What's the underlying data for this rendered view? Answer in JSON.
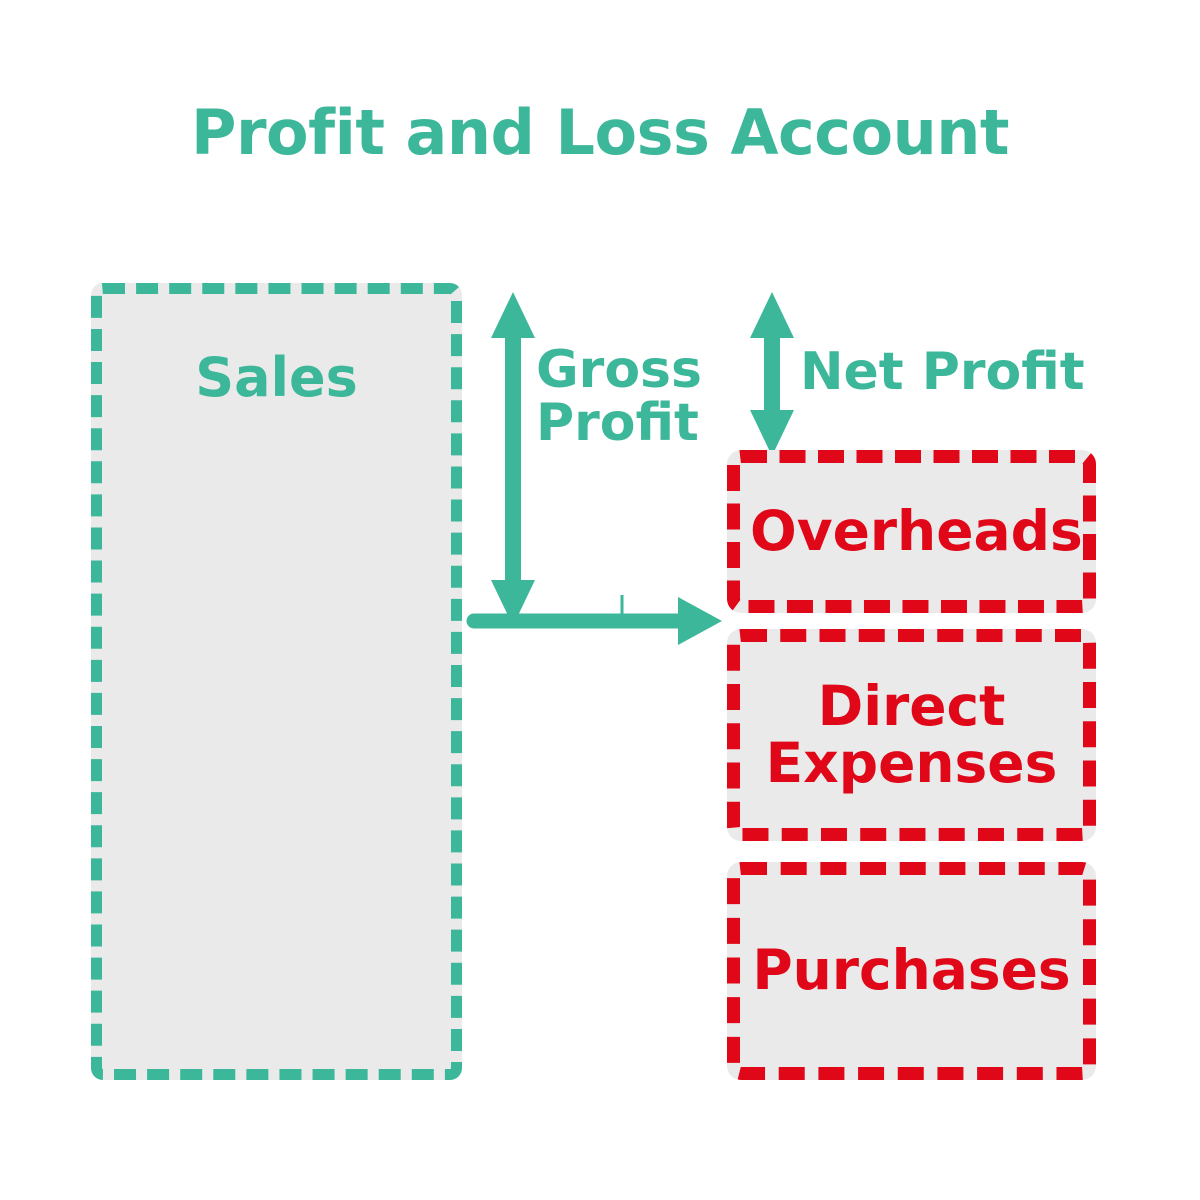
{
  "diagram": {
    "title": "Profit and Loss Account",
    "colors": {
      "accent_teal": "#3CB79A",
      "accent_red": "#E00718",
      "box_fill": "#EAEAEA",
      "background": "#FFFFFF"
    },
    "left_column": {
      "boxes": [
        {
          "label": "Sales",
          "color": "#3CB79A",
          "style": "dashed"
        }
      ]
    },
    "right_column": {
      "boxes": [
        {
          "label": "Overheads",
          "color": "#E00718",
          "style": "dashed"
        },
        {
          "label": "Direct\nExpenses",
          "color": "#E00718",
          "style": "dashed"
        },
        {
          "label": "Purchases",
          "color": "#E00718",
          "style": "dashed"
        }
      ]
    },
    "measures": [
      {
        "label": "Gross\nProfit",
        "color": "#3CB79A",
        "arrow": "double-headed-vertical",
        "spans": "from top of Sales down to top of Direct Expenses"
      },
      {
        "label": "Net Profit",
        "color": "#3CB79A",
        "arrow": "double-headed-vertical",
        "spans": "from top of Sales down to top of Overheads"
      }
    ],
    "connector": {
      "label": "",
      "arrow": "single-headed-horizontal",
      "color": "#3CB79A",
      "from": "Sales",
      "to": "Overheads / Direct Expenses"
    }
  }
}
